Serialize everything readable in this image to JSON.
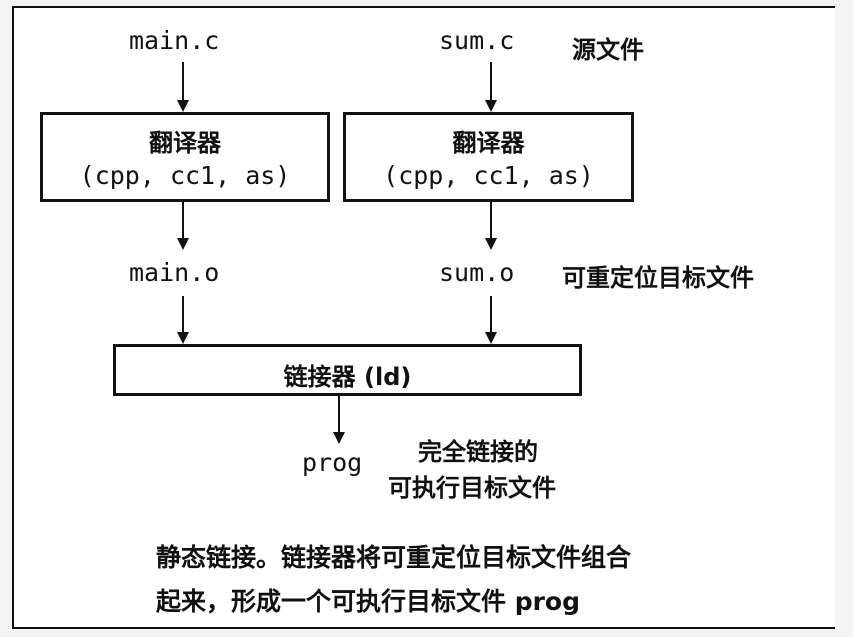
{
  "nodes": {
    "src_main": "main.c",
    "src_sum": "sum.c",
    "obj_main": "main.o",
    "obj_sum": "sum.o",
    "output": "prog"
  },
  "translator_left": {
    "title": "翻译器",
    "subtitle": "(cpp, cc1, as)"
  },
  "translator_right": {
    "title": "翻译器",
    "subtitle": "(cpp, cc1, as)"
  },
  "linker": {
    "label": "链接器 (ld)"
  },
  "labels": {
    "source_files": "源文件",
    "relocatable": "可重定位目标文件",
    "executable_line1": "完全链接的",
    "executable_line2": "可执行目标文件"
  },
  "caption": {
    "line1": "静态链接。链接器将可重定位目标文件组合",
    "line2": "起来，形成一个可执行目标文件 prog"
  }
}
